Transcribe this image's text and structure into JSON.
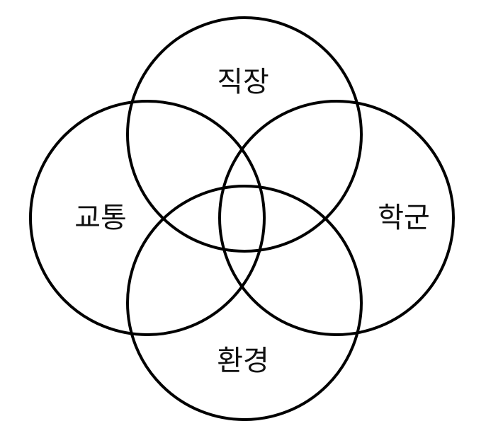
{
  "diagram": {
    "type": "venn",
    "stroke_color": "#000000",
    "background_color": "#ffffff",
    "sets": [
      {
        "label": "직장"
      },
      {
        "label": "교통"
      },
      {
        "label": "학군"
      },
      {
        "label": "환경"
      }
    ]
  }
}
